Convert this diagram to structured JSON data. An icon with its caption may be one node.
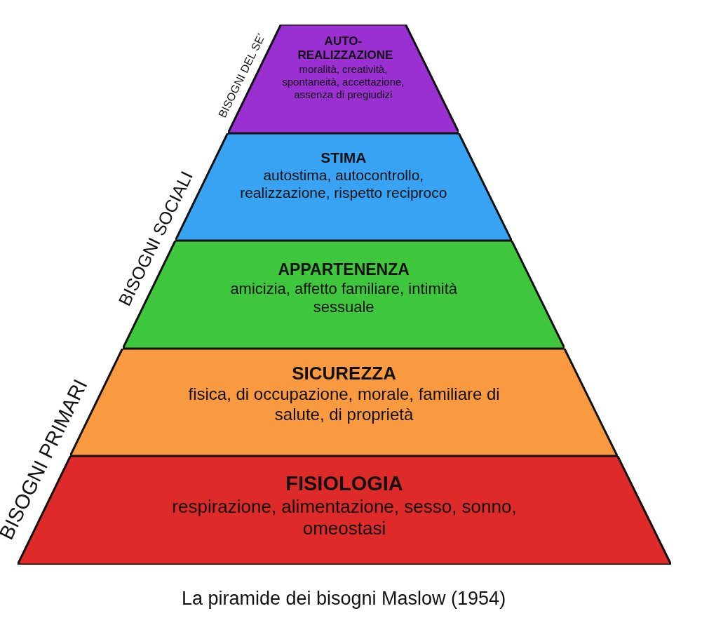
{
  "diagram": {
    "caption": "La piramide dei bisogni Maslow (1954)",
    "nodes": [
      {
        "text": [
          "AUTO-REALIZZAZIONE",
          "moralità, creatività, spontaneità, accettazione, assenza di pregiudizi"
        ]
      },
      {
        "text": [
          "STIMA",
          "autostima, autocontrollo, realizzazione, rispetto reciproco"
        ]
      },
      {
        "text": [
          "APPARTENENZA",
          "amicizia, affetto familiare, intimità sessuale"
        ]
      },
      {
        "text": [
          "SICUREZZA",
          "fisica, di occupazione, morale, familiare di salute, di proprietà"
        ]
      },
      {
        "text": [
          "FISIOLOGIA",
          "respirazione, alimentazione, sesso, sonno, omeostasi"
        ]
      }
    ],
    "labels": [
      "BISOGNI DEL SE’",
      "BISOGNI SOCIALI",
      "BISOGNI PRIMARI"
    ]
  }
}
